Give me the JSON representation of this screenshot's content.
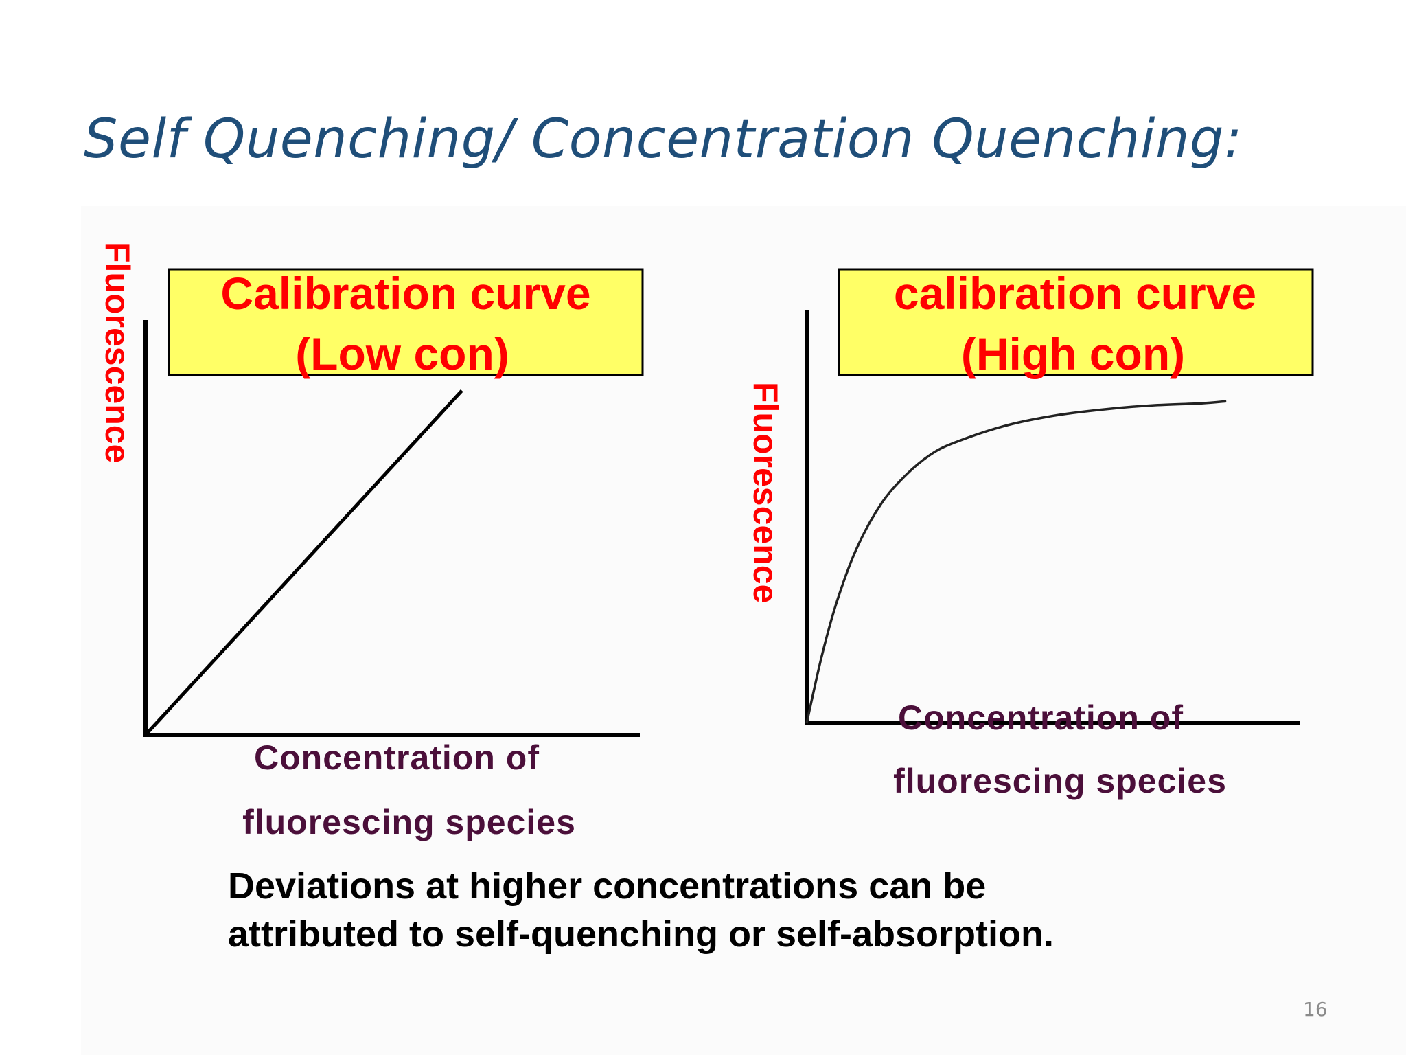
{
  "slide": {
    "title": "Self Quenching/ Concentration Quenching:",
    "page_number": "16",
    "note_line1": "Deviations at higher concentrations can be",
    "note_line2": "attributed to self-quenching or self-absorption."
  },
  "colors": {
    "title": "#1f4e79",
    "caption_fill": "#ffff66",
    "caption_text": "#ff0000",
    "ylabel": "#ff0000",
    "xlabel": "#4b0f3a",
    "curve": "#000000"
  },
  "chart_data": [
    {
      "type": "line",
      "caption_line1": "Calibration curve",
      "caption_line2": "(Low con)",
      "ylabel": "Fluorescence",
      "xlabel_line1": "Concentration of",
      "xlabel_line2": "fluorescing species",
      "xlim": [
        0,
        1
      ],
      "ylim": [
        0,
        1
      ],
      "series": [
        {
          "x": [
            0,
            0.64
          ],
          "y": [
            0,
            0.83
          ]
        }
      ]
    },
    {
      "type": "line",
      "caption_line1": "calibration curve",
      "caption_line2": "(High con)",
      "ylabel": "Fluorescence",
      "xlabel_line1": "Concentration of",
      "xlabel_line2": "fluorescing species",
      "xlim": [
        0,
        1
      ],
      "ylim": [
        0,
        1
      ],
      "series": [
        {
          "x": [
            0,
            0.03,
            0.06,
            0.1,
            0.15,
            0.2,
            0.25,
            0.3,
            0.4,
            0.5,
            0.6,
            0.7,
            0.8,
            0.85
          ],
          "y": [
            0,
            0.16,
            0.29,
            0.42,
            0.53,
            0.6,
            0.65,
            0.68,
            0.72,
            0.745,
            0.76,
            0.77,
            0.775,
            0.78
          ]
        }
      ]
    }
  ]
}
